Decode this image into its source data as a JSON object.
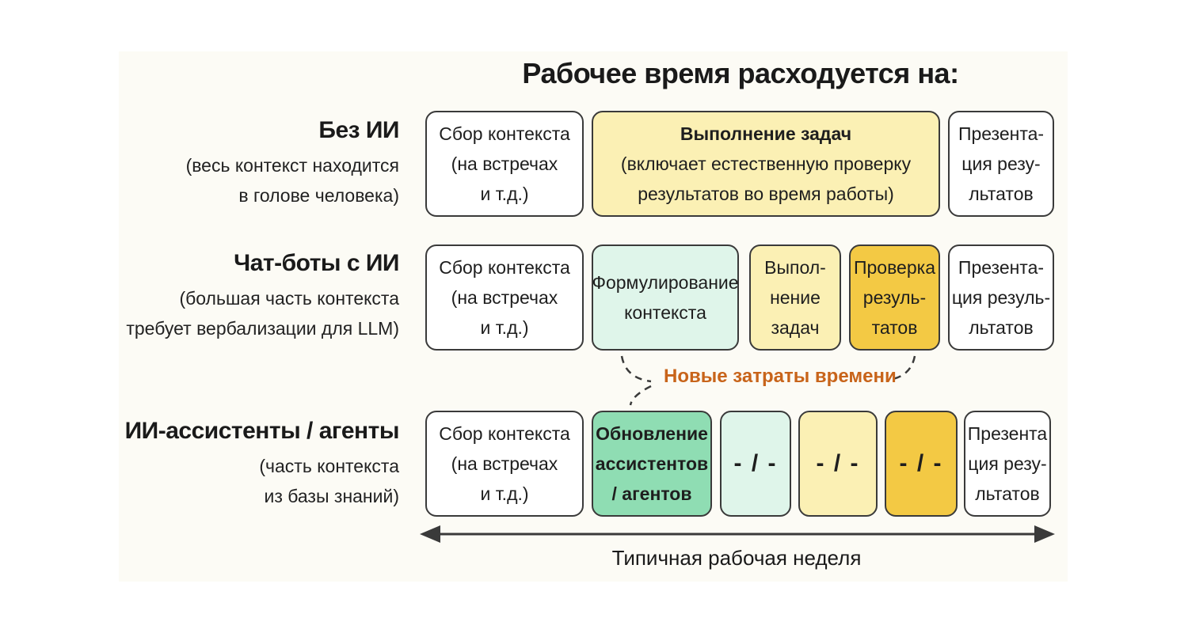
{
  "title": "Рабочее время расходуется на:",
  "rows": [
    {
      "title": "Без ИИ",
      "subtitle": "(весь контекст находится\nв голове человека)",
      "boxes": [
        {
          "text": "Сбор контекста\n(на встречах\nи т.д.)"
        },
        {
          "title": "Выполнение задач",
          "text": "(включает естественную проверку\nрезультатов во время работы)"
        },
        {
          "text": "Презента-\nция резу-\nльтатов"
        }
      ]
    },
    {
      "title": "Чат-боты с ИИ",
      "subtitle": "(большая часть контекста\nтребует вербализации для LLM)",
      "boxes": [
        {
          "text": "Сбор контекста\n(на встречах\nи т.д.)"
        },
        {
          "text": "Формулирование\nконтекста"
        },
        {
          "text": "Выпол-\nнение\nзадач"
        },
        {
          "text": "Проверка\nрезуль-\nтатов"
        },
        {
          "text": "Презента-\nция резуль-\nльтатов"
        }
      ]
    },
    {
      "title": "ИИ-ассистенты / агенты",
      "subtitle": "(часть контекста\nиз базы знаний)",
      "boxes": [
        {
          "text": "Сбор контекста\n(на встречах\nи т.д.)"
        },
        {
          "text": "Обновление\nассистентов\n/ агентов"
        },
        {
          "text": "- / -"
        },
        {
          "text": "- / -"
        },
        {
          "text": "- / -"
        },
        {
          "text": "Презента\nция резу-\nльтатов"
        }
      ]
    }
  ],
  "annotation": "Новые затраты времени",
  "axis_label": "Типичная рабочая неделя",
  "colors": {
    "white": "#ffffff",
    "light_yellow": "#fbf0b4",
    "gold": "#f3c944",
    "mint": "#dff5ea",
    "green": "#8fddb3",
    "annotation": "#c8641a",
    "outline": "#3a3a3a"
  }
}
